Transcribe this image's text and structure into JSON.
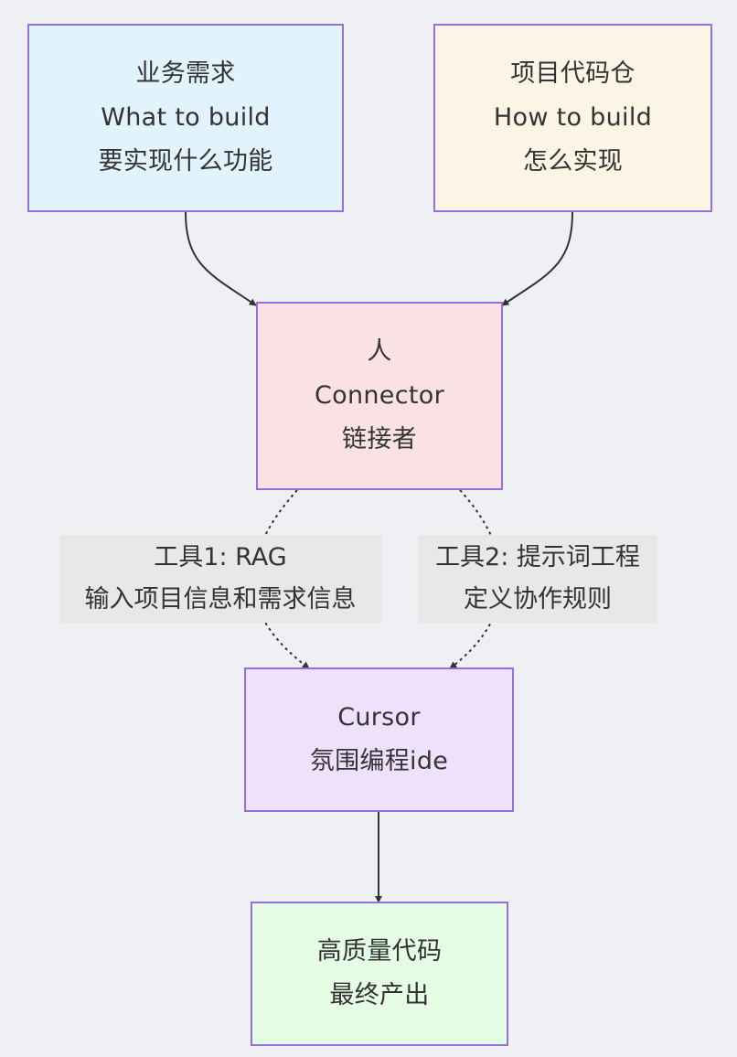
{
  "diagram": {
    "type": "flowchart",
    "direction": "top-down",
    "colors": {
      "background": "#eff0f3",
      "node_border": "#9370db",
      "edge": "#333333",
      "text": "#333333",
      "label_bg": "#e8e8e8"
    },
    "nodes": {
      "requirements": {
        "lines": [
          "业务需求",
          "What to build",
          "要实现什么功能"
        ],
        "fill": "#e1f3fc"
      },
      "repository": {
        "lines": [
          "项目代码仓",
          "How to build",
          "怎么实现"
        ],
        "fill": "#fcf5e6"
      },
      "connector": {
        "lines": [
          "人",
          "Connector",
          "链接者"
        ],
        "fill": "#f9e1e4"
      },
      "cursor": {
        "lines": [
          "Cursor",
          "氛围编程ide"
        ],
        "fill": "#efe1fb"
      },
      "output": {
        "lines": [
          "高质量代码",
          "最终产出"
        ],
        "fill": "#e5fce5"
      }
    },
    "edges": [
      {
        "from": "requirements",
        "to": "connector",
        "style": "solid",
        "label": null
      },
      {
        "from": "repository",
        "to": "connector",
        "style": "solid",
        "label": null
      },
      {
        "from": "connector",
        "to": "cursor",
        "style": "dotted",
        "label": [
          "工具1: RAG",
          "输入项目信息和需求信息"
        ]
      },
      {
        "from": "connector",
        "to": "cursor",
        "style": "dotted",
        "label": [
          "工具2: 提示词工程",
          "定义协作规则"
        ]
      },
      {
        "from": "cursor",
        "to": "output",
        "style": "solid",
        "label": null
      }
    ]
  }
}
